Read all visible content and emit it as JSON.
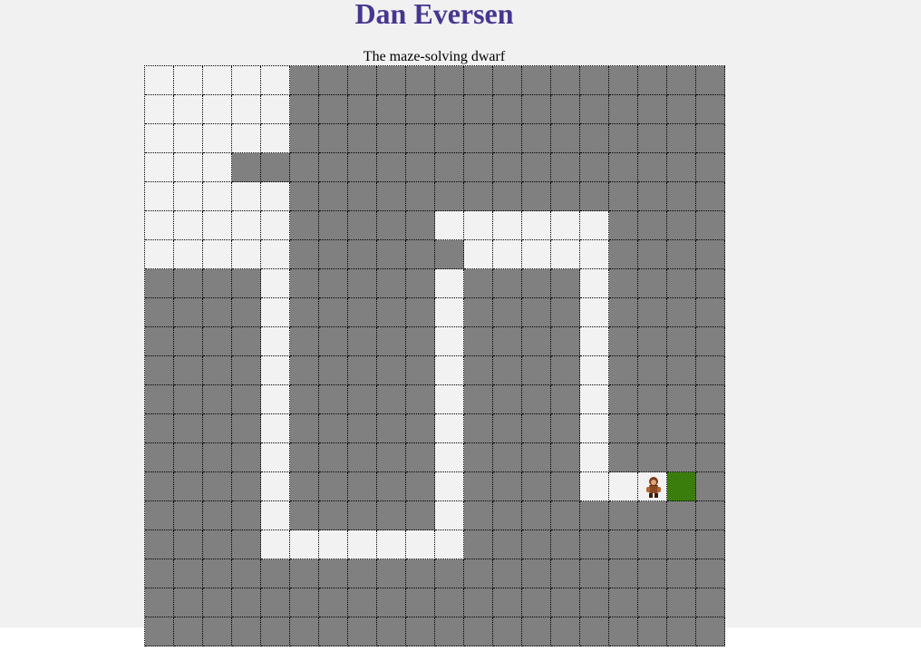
{
  "header": {
    "title": "Dan Eversen",
    "subtitle": "The maze-solving dwarf"
  },
  "colors": {
    "title": "#47368f",
    "page_background": "#f1f1f1",
    "wall": "#808080",
    "path": "#f2f2f2",
    "goal": "#3a7d0c",
    "grid_line": "#000000"
  },
  "maze": {
    "rows": 20,
    "cols": 20,
    "legend": {
      "#": "wall",
      ".": "open path",
      "D": "dwarf",
      "G": "goal"
    },
    "grid": [
      ".....###############",
      ".....###############",
      ".....###############",
      "...#################",
      ".....###############",
      ".....#####......####",
      ".....######.....####",
      "####.#####.####.####",
      "####.#####.####.####",
      "####.#####.####.####",
      "####.#####.####.####",
      "####.#####.####.####",
      "####.#####.####.####",
      "####.#####.####.####",
      "####.#####.####..DG#",
      "####.#####.#########",
      "####.......#########",
      "####################",
      "####################",
      "####################"
    ]
  }
}
